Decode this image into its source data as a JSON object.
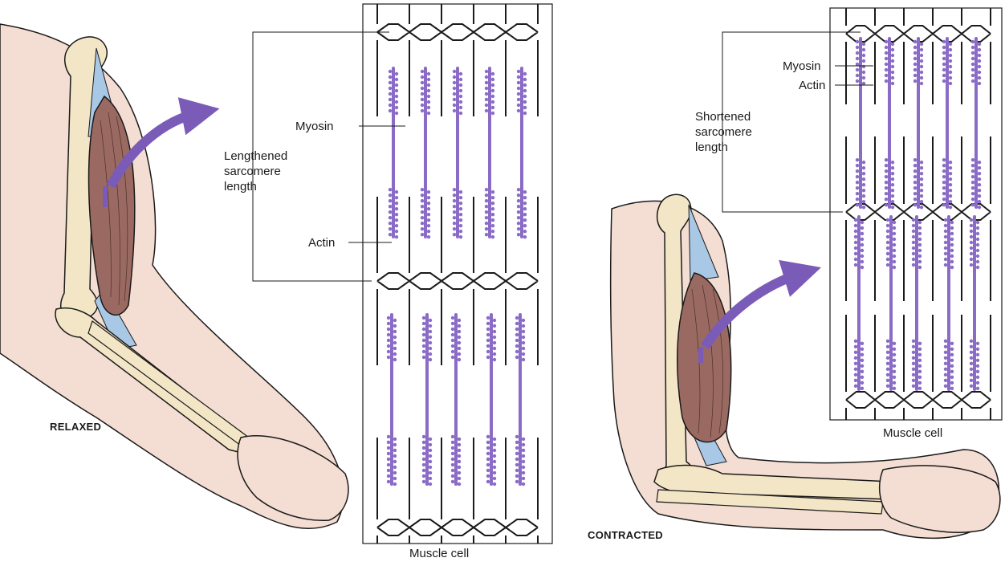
{
  "relaxed_panel": {
    "state_label": "RELAXED",
    "myosin_label": "Myosin",
    "actin_label": "Actin",
    "sarcomere_label": [
      "Lengthened",
      "sarcomere",
      "length"
    ],
    "cell_label": "Muscle cell"
  },
  "contracted_panel": {
    "state_label": "CONTRACTED",
    "myosin_label": "Myosin",
    "actin_label": "Actin",
    "sarcomere_label": [
      "Shortened",
      "sarcomere",
      "length"
    ],
    "cell_label": "Muscle cell"
  },
  "colors": {
    "filament": "#8a6cc6",
    "arrow": "#7b5bb8",
    "muscle": "#9a6a62",
    "tendon": "#a9c8e6",
    "bone": "#f3e6c6",
    "skin": "#f4ddd2",
    "outline": "#1a1a1a"
  }
}
